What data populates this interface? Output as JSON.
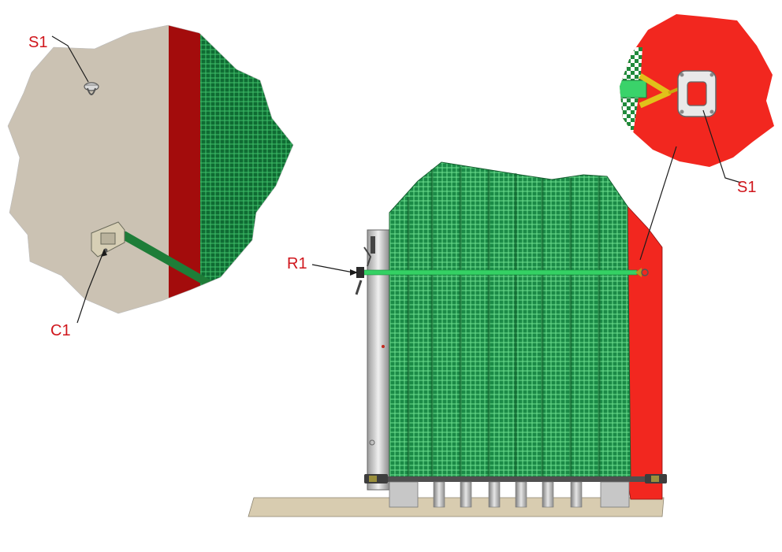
{
  "labels": {
    "s1_left": "S1",
    "c1": "C1",
    "r1": "R1",
    "s1_right": "S1"
  },
  "colors": {
    "label_red": "#d0161c",
    "wall_beige": "#cbc2b3",
    "panel_red": "#f2271f",
    "panel_dark_red": "#a30c0c",
    "net_green": "#1f8a4a",
    "net_light": "#5fd384",
    "strap_green": "#2fd15d",
    "floor": "#d8ccb0"
  }
}
